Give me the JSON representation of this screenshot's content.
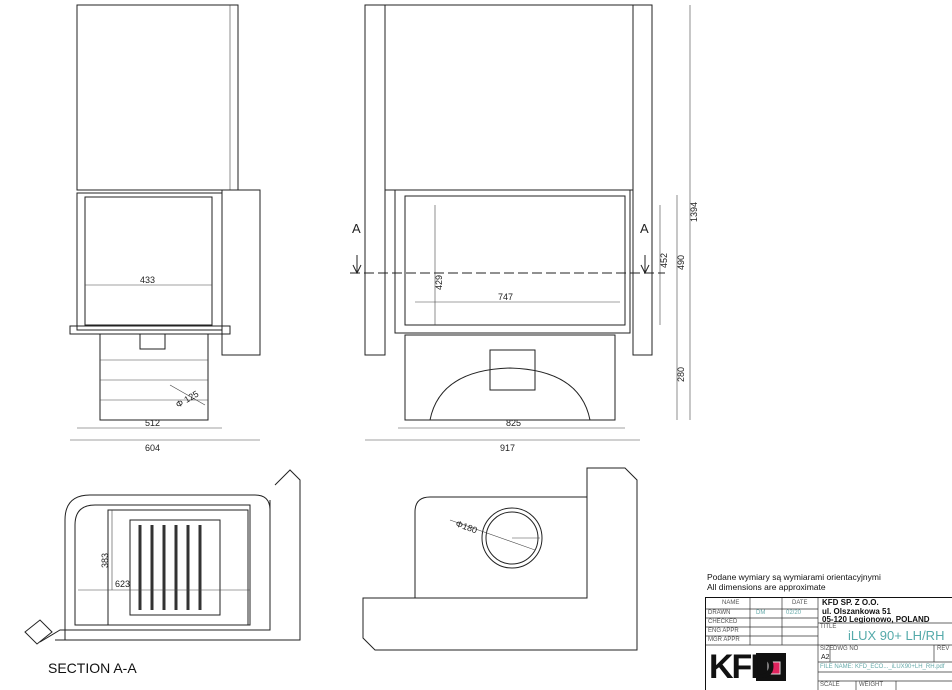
{
  "drawing": {
    "dimensions": {
      "side_glass_width": "433",
      "side_depth": "512",
      "side_total_depth": "604",
      "flue_diameter_side": "Φ 125",
      "front_base_width": "825",
      "front_total_width": "917",
      "glass_width": "747",
      "glass_height": "429",
      "door_opening": "452",
      "door_height": "490",
      "total_height": "1394",
      "base_height": "280",
      "section_depth": "383",
      "section_width": "623",
      "flue_diameter_top": "Φ180"
    },
    "section_marks": [
      "A",
      "A"
    ],
    "section_label": "SECTION A-A"
  },
  "notes": [
    "Podane wymiary są wymiarami orientacyjnymi",
    "All dimensions are approximate"
  ],
  "title_block": {
    "headers": {
      "name": "NAME",
      "date": "DATE"
    },
    "rows": [
      {
        "label": "DRAWN",
        "name": "DM",
        "date": "02/20"
      },
      {
        "label": "CHECKED"
      },
      {
        "label": "ENG APPR"
      },
      {
        "label": "MGR APPR"
      }
    ],
    "company": [
      "KFD SP. Z O.O.",
      "ul. Olszankowa 51",
      "05-120 Legionowo, POLAND"
    ],
    "title_label": "TITLE",
    "title": "iLUX 90+ LH/RH",
    "size_label": "SIZE",
    "size": "A2",
    "dwg_label": "DWG NO",
    "rev_label": "REV",
    "file_name": "FILE NAME: KFD_ECO..._iLUX90+LH_RH.pdf",
    "scale_label": "SCALE",
    "weight_label": "WEIGHT",
    "logo": "KFD",
    "accent": "#e0245e"
  }
}
